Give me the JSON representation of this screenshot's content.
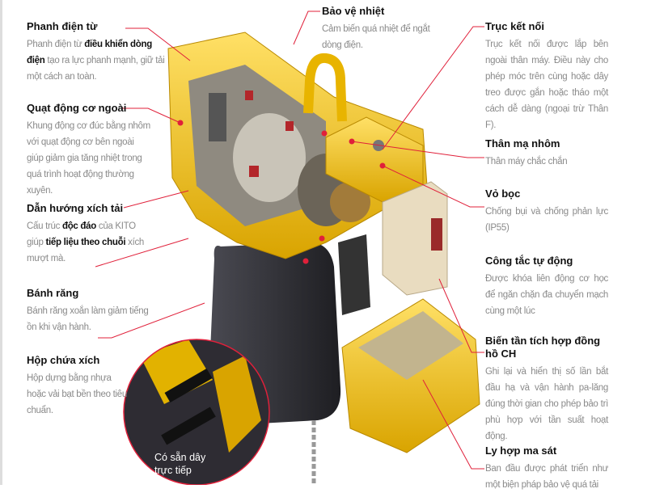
{
  "annotations": {
    "brake": {
      "title": "Phanh điện từ",
      "b1": "Phanh điện từ ",
      "b2": "điều khiển dòng điện",
      "b3": " tạo ra lực phanh mạnh, giữ tải một cách an toàn."
    },
    "fan": {
      "title": "Quạt động cơ ngoài",
      "body": "Khung động cơ đúc bằng nhôm với quạt động cơ bên ngoài giúp giảm gia tăng nhiệt trong quá trình hoạt động thường xuyên."
    },
    "chain_guide": {
      "title": "Dẫn hướng xích tải",
      "b1": "Cấu trúc ",
      "b2": "độc đáo",
      "b3": " của KITO giúp ",
      "b4": "tiếp liệu theo chuỗi",
      "b5": " xích mượt mà."
    },
    "gear": {
      "title": "Bánh răng",
      "body": "Bánh răng xoắn làm giảm tiếng ồn khi vận hành."
    },
    "chain_container": {
      "title": "Hộp chứa xích",
      "body": "Hộp dựng bằng nhựa hoặc vải bạt bền theo tiêu chuẩn."
    },
    "thermal": {
      "title": "Bảo vệ nhiệt",
      "body": "Cảm biến quá nhiệt để ngắt dòng điện."
    },
    "shaft": {
      "title": "Trục kết nối",
      "body": "Trục kết nối được lắp bên ngoài thân máy. Điều này cho phép móc trên cùng hoặc dây treo được gắn hoặc tháo một cách dễ dàng (ngoại trừ Thân F)."
    },
    "body_alu": {
      "title": "Thân mạ nhôm",
      "body": "Thân máy chắc chắn"
    },
    "cover": {
      "title": "Vỏ bọc",
      "body": "Chống bụi và chống phản lực (IP55)"
    },
    "switch": {
      "title": "Công tắc tự động",
      "body": "Được khóa liên động cơ học để ngăn chặn đa chuyển mạch cùng một lúc"
    },
    "inverter": {
      "title": "Biến tần tích hợp đồng hồ CH",
      "body": "Ghi lại và hiển thị số lần bắt đầu hạ và vận hành pa-lăng đúng thời gian cho phép bảo trì phù hợp với tần suất hoạt động."
    },
    "clutch": {
      "title": "Ly hợp ma sát",
      "body": "Ban đầu được phát triển như một biện pháp bảo vệ quá tải"
    }
  },
  "inset_label": "Có sẵn dây trực tiếp",
  "colors": {
    "leader": "#e0203a",
    "yellow": "#f2c21b",
    "dark": "#2b2b30"
  }
}
